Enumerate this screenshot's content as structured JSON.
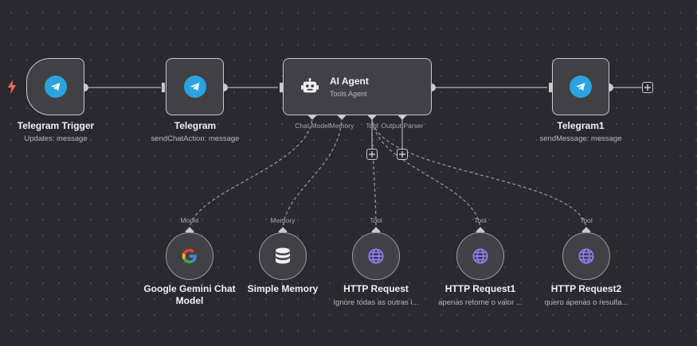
{
  "colors": {
    "canvas": "#2a2a2c",
    "node_fill": "#414144",
    "node_border": "#c9c9ce",
    "telegram_blue": "#2aa4df",
    "trigger_bolt": "#ff6d5a",
    "http_globe": "#8f7ff7"
  },
  "nodes": {
    "telegram_trigger": {
      "icon": "telegram-icon",
      "title": "Telegram Trigger",
      "subtitle": "Updates: message"
    },
    "telegram": {
      "icon": "telegram-icon",
      "title": "Telegram",
      "subtitle": "sendChatAction: message"
    },
    "ai_agent": {
      "icon": "robot-icon",
      "title": "AI Agent",
      "subtitle": "Tools Agent",
      "ports": {
        "chat_model": "Chat Model",
        "memory": "Memory",
        "tool": "Tool",
        "output_parser": "Output Parser"
      }
    },
    "telegram1": {
      "icon": "telegram-icon",
      "title": "Telegram1",
      "subtitle": "sendMessage: message"
    },
    "gemini": {
      "icon": "google-icon",
      "port": "Model",
      "title_line1": "Google Gemini Chat",
      "title_line2": "Model"
    },
    "memory": {
      "icon": "database-icon",
      "port": "Memory",
      "title": "Simple Memory"
    },
    "http1": {
      "icon": "globe-icon",
      "port": "Tool",
      "title": "HTTP Request",
      "subtitle": "Ignore todas as outras i..."
    },
    "http2": {
      "icon": "globe-icon",
      "port": "Tool",
      "title": "HTTP Request1",
      "subtitle": "apenas retorne o valor ..."
    },
    "http3": {
      "icon": "globe-icon",
      "port": "Tool",
      "title": "HTTP Request2",
      "subtitle": "quero apenas o resulta..."
    }
  }
}
